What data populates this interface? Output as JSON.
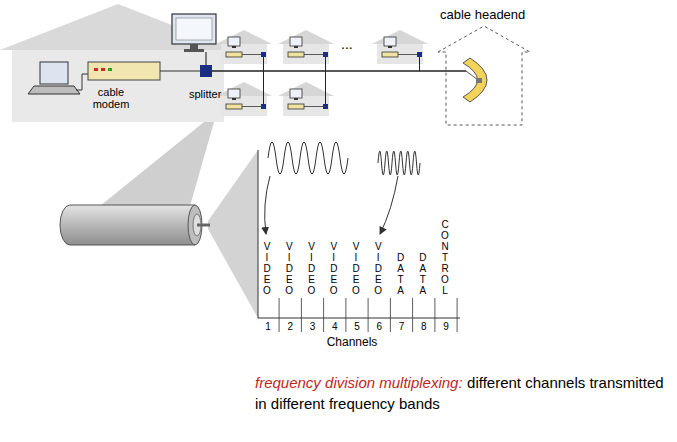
{
  "diagram": {
    "caption": "different channels transmitted in different frequency bands",
    "labels": [
      "cable headend",
      "cable modem",
      "splitter",
      "...",
      "VIDEO",
      "VIDEO",
      "VIDEO",
      "VIDEO",
      "VIDEO",
      "VIDEO",
      "DATA",
      "DATA",
      "CONTROL",
      "1",
      "2",
      "3",
      "4",
      "5",
      "6",
      "7",
      "8",
      "9",
      "Channels",
      "frequency division multiplexing:"
    ]
  }
}
